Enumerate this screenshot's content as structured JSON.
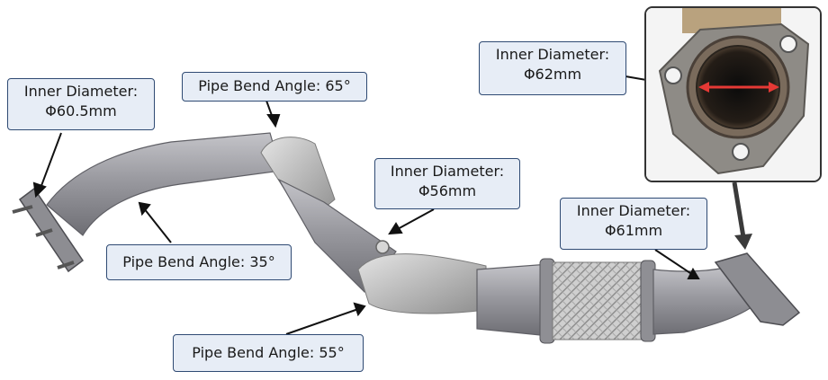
{
  "callouts": {
    "inner_diameter_inlet": {
      "label": "Inner Diameter:",
      "value": "Φ60.5mm"
    },
    "pipe_bend_65": {
      "label": "Pipe Bend Angle: 65°"
    },
    "pipe_bend_35": {
      "label": "Pipe Bend Angle: 35°"
    },
    "pipe_bend_55": {
      "label": "Pipe Bend Angle: 55°"
    },
    "inner_diameter_mid": {
      "label": "Inner Diameter:",
      "value": "Φ56mm"
    },
    "inner_diameter_outlet": {
      "label": "Inner Diameter:",
      "value": "Φ61mm"
    },
    "inner_diameter_flange": {
      "label": "Inner Diameter:",
      "value": "Φ62mm"
    }
  },
  "colors": {
    "callout_fill": "#e7edf6",
    "callout_border": "#2f4a73",
    "pipe_metal": "#9d9da3",
    "braid": "#c9c9c9",
    "measure_arrow": "#e53935"
  }
}
